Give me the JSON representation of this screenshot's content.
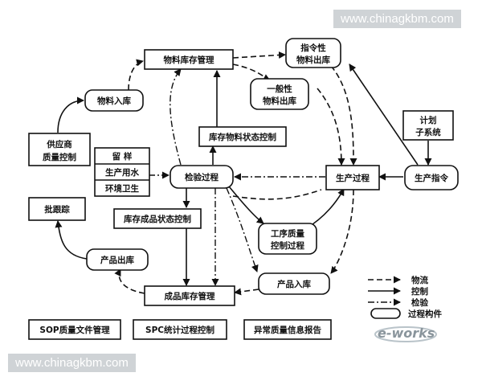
{
  "watermarks": {
    "top": "www.chinagkbm.com",
    "bottom": "www.chinagkbm.com"
  },
  "nodes": {
    "material_stock_mgmt": "物料库存管理",
    "command_material_out_1": "指令性",
    "command_material_out_2": "物料出库",
    "general_material_out_1": "一般性",
    "general_material_out_2": "物料出库",
    "material_in": "物料入库",
    "stock_material_status": "库存物料状态控制",
    "plan_subsystem_1": "计划",
    "plan_subsystem_2": "子系统",
    "supplier_quality_1": "供应商",
    "supplier_quality_2": "质量控制",
    "sample_retention": "留 样",
    "production_water": "生产用水",
    "environment_hygiene": "环境卫生",
    "inspection_process": "检验过程",
    "production_process": "生产过程",
    "production_order": "生产指令",
    "batch_tracking": "批跟踪",
    "stock_product_status": "库存成品状态控制",
    "process_quality_1": "工序质量",
    "process_quality_2": "控制过程",
    "product_out": "产品出库",
    "product_in": "产品入库",
    "product_stock_mgmt": "成品库存管理",
    "sop_doc_mgmt": "SOP质量文件管理",
    "spc_control": "SPC统计过程控制",
    "abnormal_report": "异常质量信息报告"
  },
  "legend": {
    "logistics": "物流",
    "control": "控制",
    "inspection": "检验",
    "process_component": "过程构件"
  },
  "logo": "e-works"
}
